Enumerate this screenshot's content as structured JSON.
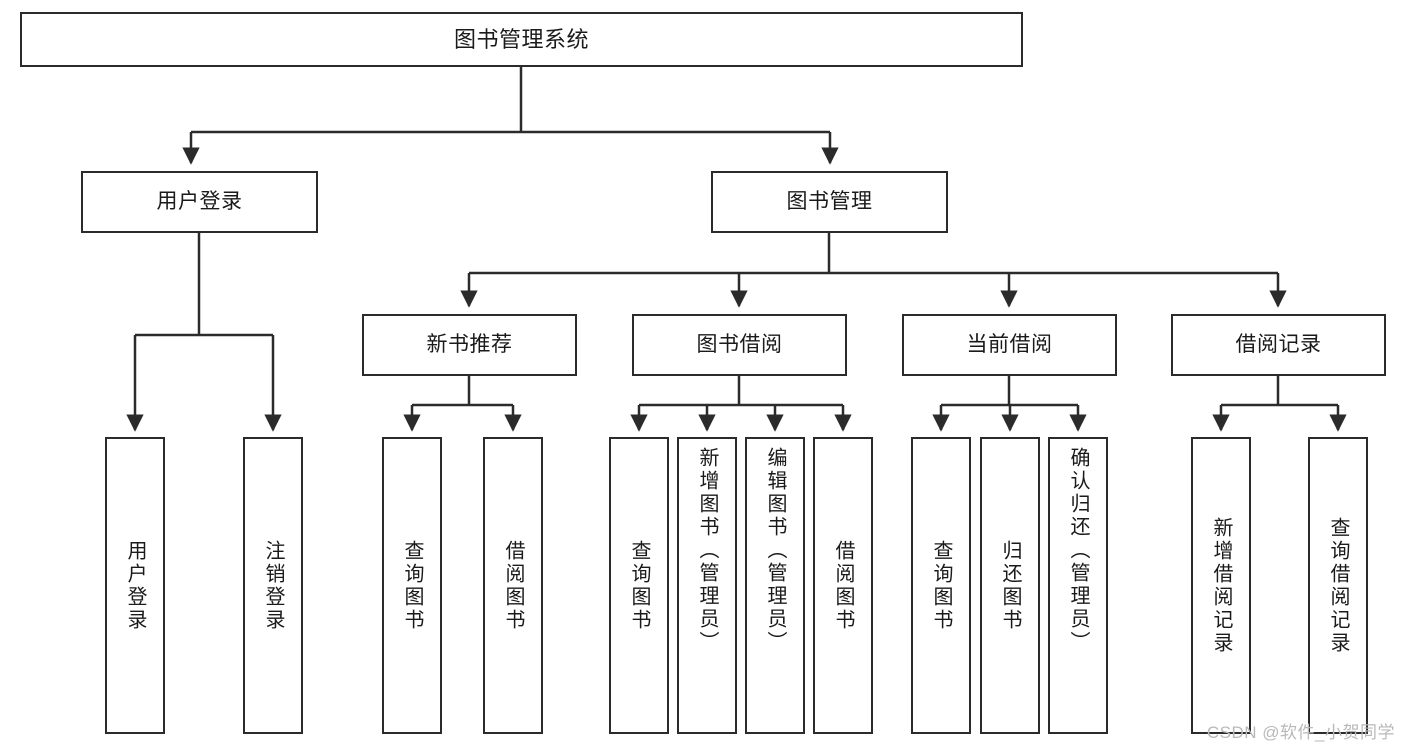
{
  "diagram": {
    "title": "图书管理系统",
    "watermark": "CSDN @软件_小贺同学",
    "line_color": "#2b2b2b",
    "box_fill": "#ffffff",
    "text_color": "#1a1a1a",
    "nodes": {
      "root": {
        "label": "图书管理系统"
      },
      "level2": [
        {
          "key": "user_login",
          "label": "用户登录"
        },
        {
          "key": "book_manage",
          "label": "图书管理"
        }
      ],
      "level3": [
        {
          "key": "new_book_rec",
          "label": "新书推荐"
        },
        {
          "key": "book_borrow",
          "label": "图书借阅"
        },
        {
          "key": "current_borrow",
          "label": "当前借阅"
        },
        {
          "key": "borrow_record",
          "label": "借阅记录"
        }
      ],
      "leaves": {
        "user_login": [
          {
            "key": "leaf_user_login",
            "label": "用户登录"
          },
          {
            "key": "leaf_user_logout",
            "label": "注销登录"
          }
        ],
        "new_book_rec": [
          {
            "key": "leaf_query_book_1",
            "label": "查询图书"
          },
          {
            "key": "leaf_borrow_book_1",
            "label": "借阅图书"
          }
        ],
        "book_borrow": [
          {
            "key": "leaf_query_book_2",
            "label": "查询图书"
          },
          {
            "key": "leaf_add_book",
            "label": "新增图书（管理员）"
          },
          {
            "key": "leaf_edit_book",
            "label": "编辑图书（管理员）"
          },
          {
            "key": "leaf_borrow_book_2",
            "label": "借阅图书"
          }
        ],
        "current_borrow": [
          {
            "key": "leaf_query_book_3",
            "label": "查询图书"
          },
          {
            "key": "leaf_return_book",
            "label": "归还图书"
          },
          {
            "key": "leaf_confirm_return",
            "label": "确认归还（管理员）"
          }
        ],
        "borrow_record": [
          {
            "key": "leaf_add_record",
            "label": "新增借阅记录"
          },
          {
            "key": "leaf_query_record",
            "label": "查询借阅记录"
          }
        ]
      }
    }
  }
}
